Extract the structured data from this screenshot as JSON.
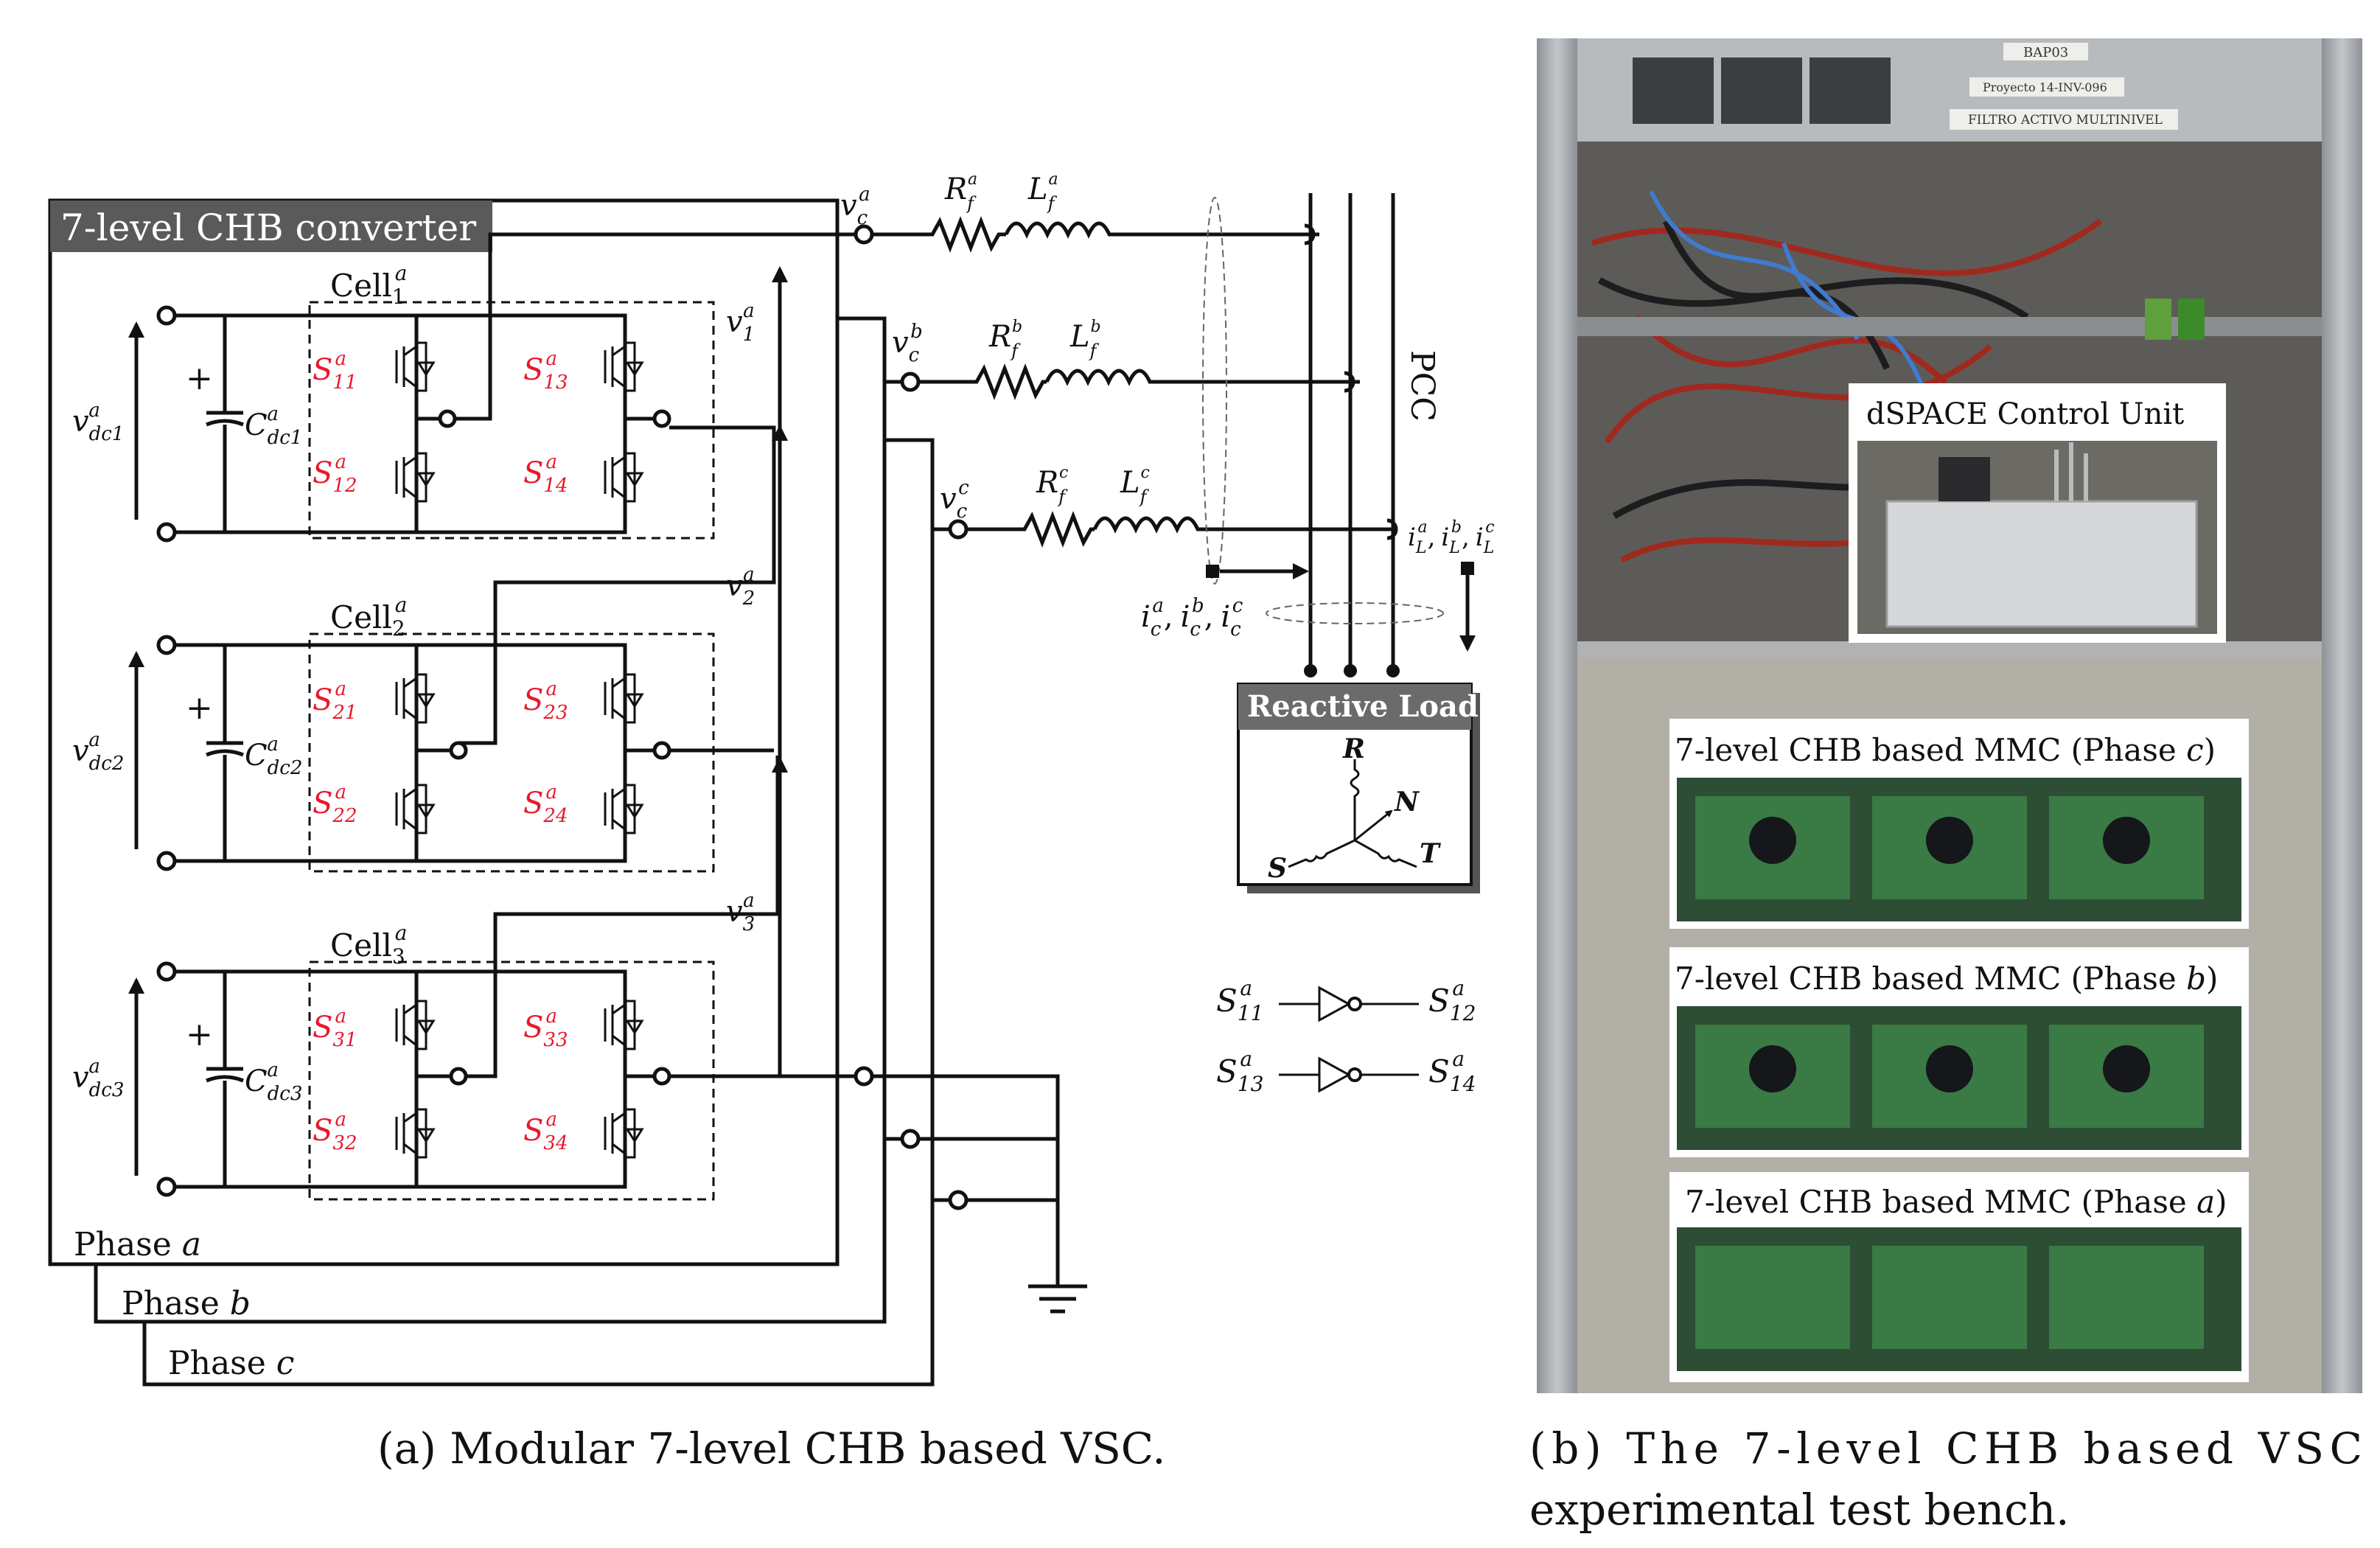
{
  "panel_a": {
    "header": "7-level CHB converter",
    "cells": [
      {
        "label": "Cell",
        "sub": "1",
        "sup": "a",
        "v_out": "v",
        "v_out_sub": "1",
        "v_out_sup": "a",
        "dc_v": "v",
        "dc_sub": "dc1",
        "dc_sup": "a",
        "cap": "C",
        "cap_sub": "dc1",
        "cap_sup": "a",
        "switches": [
          {
            "s": "S",
            "sub": "11",
            "sup": "a"
          },
          {
            "s": "S",
            "sub": "12",
            "sup": "a"
          },
          {
            "s": "S",
            "sub": "13",
            "sup": "a"
          },
          {
            "s": "S",
            "sub": "14",
            "sup": "a"
          }
        ]
      },
      {
        "label": "Cell",
        "sub": "2",
        "sup": "a",
        "v_out": "v",
        "v_out_sub": "2",
        "v_out_sup": "a",
        "dc_v": "v",
        "dc_sub": "dc2",
        "dc_sup": "a",
        "cap": "C",
        "cap_sub": "dc2",
        "cap_sup": "a",
        "switches": [
          {
            "s": "S",
            "sub": "21",
            "sup": "a"
          },
          {
            "s": "S",
            "sub": "22",
            "sup": "a"
          },
          {
            "s": "S",
            "sub": "23",
            "sup": "a"
          },
          {
            "s": "S",
            "sub": "24",
            "sup": "a"
          }
        ]
      },
      {
        "label": "Cell",
        "sub": "3",
        "sup": "a",
        "v_out": "v",
        "v_out_sub": "3",
        "v_out_sup": "a",
        "dc_v": "v",
        "dc_sub": "dc3",
        "dc_sup": "a",
        "cap": "C",
        "cap_sub": "dc3",
        "cap_sup": "a",
        "switches": [
          {
            "s": "S",
            "sub": "31",
            "sup": "a"
          },
          {
            "s": "S",
            "sub": "32",
            "sup": "a"
          },
          {
            "s": "S",
            "sub": "33",
            "sup": "a"
          },
          {
            "s": "S",
            "sub": "34",
            "sup": "a"
          }
        ]
      }
    ],
    "plus": "+",
    "phases": [
      {
        "label": "Phase ",
        "letter": "a"
      },
      {
        "label": "Phase ",
        "letter": "b"
      },
      {
        "label": "Phase ",
        "letter": "c"
      }
    ],
    "lines": [
      {
        "v": "v",
        "v_sub": "c",
        "v_sup": "a",
        "r": "R",
        "r_sub": "f",
        "r_sup": "a",
        "l": "L",
        "l_sub": "f",
        "l_sup": "a"
      },
      {
        "v": "v",
        "v_sub": "c",
        "v_sup": "b",
        "r": "R",
        "r_sub": "f",
        "r_sup": "b",
        "l": "L",
        "l_sub": "f",
        "l_sup": "b"
      },
      {
        "v": "v",
        "v_sub": "c",
        "v_sup": "c",
        "r": "R",
        "r_sub": "f",
        "r_sup": "c",
        "l": "L",
        "l_sub": "f",
        "l_sup": "c"
      }
    ],
    "pcc": "PCC",
    "i_conv": [
      "i",
      "c",
      "a",
      "i",
      "c",
      "b",
      "i",
      "c",
      "c"
    ],
    "i_load": [
      "i",
      "L",
      "a",
      "i",
      "L",
      "b",
      "i",
      "L",
      "c"
    ],
    "sep": ",",
    "load": {
      "title": "Reactive Load",
      "R": "R",
      "N": "N",
      "S": "S",
      "T": "T"
    },
    "logic": [
      {
        "in": "S",
        "in_sub": "11",
        "in_sup": "a",
        "out": "S",
        "out_sub": "12",
        "out_sup": "a"
      },
      {
        "in": "S",
        "in_sub": "13",
        "in_sup": "a",
        "out": "S",
        "out_sub": "14",
        "out_sup": "a"
      }
    ],
    "caption": "(a)  Modular 7-level CHB based VSC."
  },
  "panel_b": {
    "photo_labels": {
      "rack_tag": "BAP03",
      "project": "Proyecto 14-INV-096",
      "filter": "FILTRO ACTIVO MULTINIVEL"
    },
    "dspace": "dSPACE Control Unit",
    "mmc": [
      {
        "prefix": "7-level CHB based MMC (Phase ",
        "letter": "c",
        "suffix": ")"
      },
      {
        "prefix": "7-level CHB based MMC (Phase ",
        "letter": "b",
        "suffix": ")"
      },
      {
        "prefix": "7-level CHB based MMC (Phase ",
        "letter": "a",
        "suffix": ")"
      }
    ],
    "caption_line1": "(b)  The  7-level  CHB  based  VSC",
    "caption_line2": "experimental test bench."
  },
  "colors": {
    "switch_label": "#e8192c",
    "header_bg": "#5a5a5a",
    "load_header_bg": "#6b6b6b",
    "rack": "#a9adb1"
  }
}
